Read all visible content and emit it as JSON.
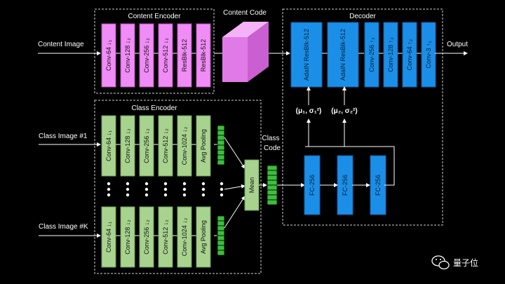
{
  "colors": {
    "background": "#000000",
    "content_block": "#f08cf5",
    "content_block_border": "#b04ab5",
    "content_code_front": "#e07ae6",
    "content_code_top": "#f3b3f6",
    "content_code_side": "#c95fd0",
    "class_block": "#a8d38f",
    "class_block_border": "#6a9a4f",
    "code_cell": "#3cbf3c",
    "decoder_block": "#1b8fe8",
    "decoder_block_border": "#0d5fa8",
    "line": "#ffffff",
    "dashed_border": "#d0d0d0"
  },
  "labels": {
    "content_image": "Content Image",
    "class_image_1": "Class Image #1",
    "class_image_k": "Class Image #K",
    "output": "Output",
    "content_encoder": "Content Encoder",
    "content_code": "Content Code",
    "class_encoder": "Class Encoder",
    "class_code_line1": "Class",
    "class_code_line2": "Code",
    "decoder": "Decoder",
    "mean": "Mean",
    "param1": "(μ₁, σ₁²)",
    "param2": "(μ₂, σ₂²)",
    "watermark": "量子位",
    "dots": "• • •"
  },
  "content_encoder_layers": [
    "Conv-64 ↓₁",
    "Conv-128 ↓₂",
    "Conv-256 ↓₂",
    "Conv-512 ↓₂",
    "ResBlk-512",
    "ResBlk-512"
  ],
  "class_encoder_layers": [
    "Conv-64 ↓₁",
    "Conv-128 ↓₂",
    "Conv-256 ↓₂",
    "Conv-512 ↓₂",
    "Conv-1024 ↓₂",
    "Avg Pooling"
  ],
  "decoder_adain_layers": [
    "AdaIN ResBlk-512",
    "AdaIN ResBlk-512"
  ],
  "decoder_upconv_layers": [
    "Conv-256 ↑₂",
    "Conv-128 ↑₂",
    "Conv-64 ↑₂",
    "Conv-3 ↑₁"
  ],
  "fc_layers": [
    "FC-256",
    "FC-256",
    "FC-256"
  ]
}
